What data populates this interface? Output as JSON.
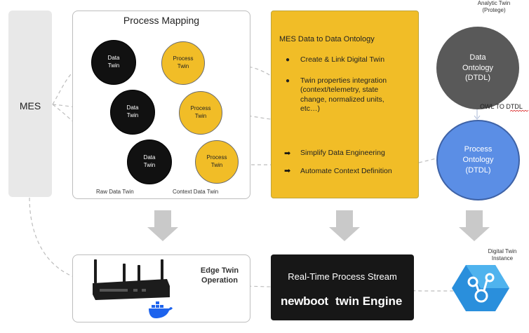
{
  "mes": {
    "label": "MES"
  },
  "process_mapping": {
    "title": "Process Mapping",
    "rows": [
      {
        "data_twin": "Data\nTwin",
        "process_twin": "Process\nTwin"
      },
      {
        "data_twin": "Data\nTwin",
        "process_twin": "Process\nTwin"
      },
      {
        "data_twin": "Data\nTwin",
        "process_twin": "Process\nTwin"
      }
    ],
    "raw_caption": "Raw Data Twin",
    "context_caption": "Context Data Twin"
  },
  "ontology_panel": {
    "title": "MES  Data to Data Ontology",
    "bullets": [
      {
        "marker": "●",
        "text": "Create & Link Digital Twin"
      },
      {
        "marker": "●",
        "text": "Twin properties integration\n(context/telemetry, state\nchange, normalized units,\netc…)"
      }
    ],
    "actions": [
      {
        "marker": "➡",
        "text": "Simplify Data Engineering"
      },
      {
        "marker": "➡",
        "text": "Automate Context Definition"
      }
    ]
  },
  "analytic_twin": {
    "caption": "Analytic Twin\n(Protege)",
    "data_ontology": "Data\nOntology\n(DTDL)",
    "owl_label": "OWL TO DTDL",
    "process_ontology": "Process\nOntology\n(DTDL)"
  },
  "edge": {
    "title": "Edge Twin\nOperation"
  },
  "realtime": {
    "title": "Real-Time Process Stream",
    "logo": "newboot",
    "engine": "twin Engine"
  },
  "digital_twin_instance": {
    "caption": "Digital Twin\nInstance"
  },
  "colors": {
    "accent_yellow": "#f1bd27",
    "process_blue": "#5b8ee5",
    "ontology_gray": "#595959",
    "stream_black": "#171717",
    "docker_blue": "#1d63ed",
    "azure_blue": "#2a8fdc"
  }
}
